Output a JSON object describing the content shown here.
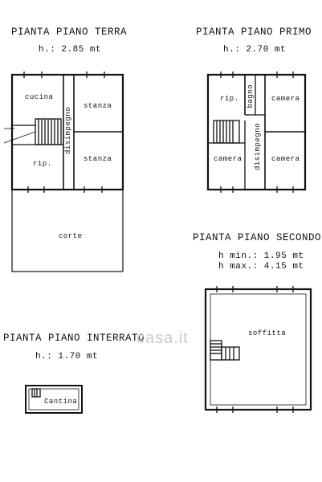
{
  "floors": {
    "ground": {
      "title": "PIANTA  PIANO  TERRA",
      "height": "h.: 2.85  mt",
      "rooms": {
        "kitchen": "cucina",
        "room_top": "stanza",
        "room_bottom": "stanza",
        "hall": "disimpegno",
        "storage": "rip.",
        "yard": "corte"
      }
    },
    "first": {
      "title": "PIANTA  PIANO  PRIMO",
      "height": "h.: 2.70  mt",
      "rooms": {
        "storage": "rip.",
        "bath": "bagno",
        "bedroom_tr": "camera",
        "bedroom_bl": "camera",
        "bedroom_br": "camera",
        "hall": "disimpegno"
      }
    },
    "second": {
      "title": "PIANTA  PIANO  SECONDO",
      "h_min": "h  min.: 1.95  mt",
      "h_max": "h  max.: 4.15  mt",
      "rooms": {
        "attic": "soffitta"
      }
    },
    "basement": {
      "title": "PIANTA  PIANO  INTERRATO",
      "height": "h.: 1.70  mt",
      "rooms": {
        "cellar": "Cantina"
      }
    }
  },
  "watermark": "casa.it"
}
